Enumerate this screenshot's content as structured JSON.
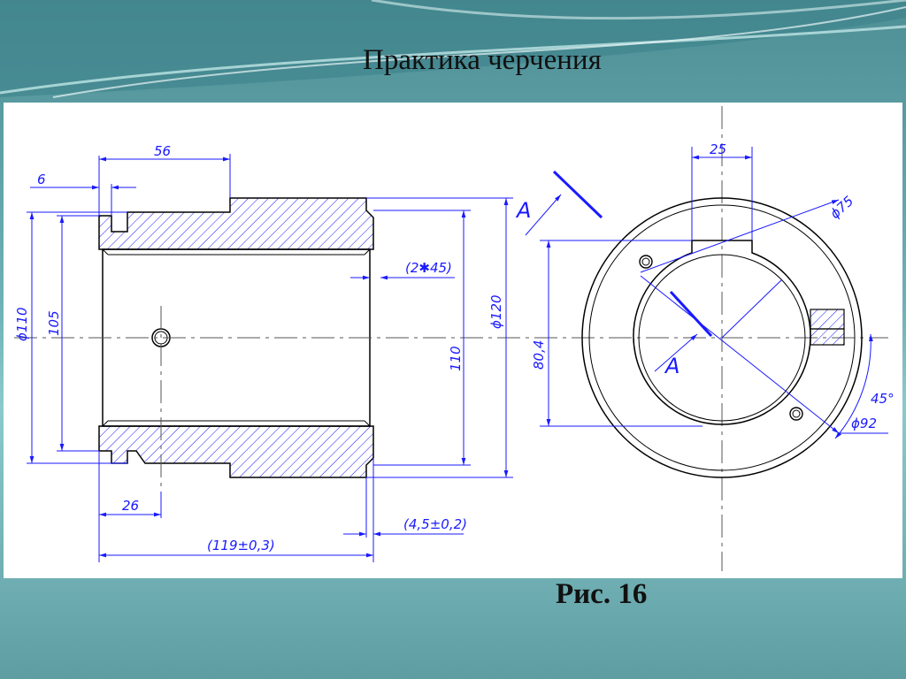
{
  "slide": {
    "title": "Практика черчения",
    "caption": "Рис. 16"
  },
  "drawing": {
    "dimensions": {
      "width_56": "56",
      "groove_6": "6",
      "chamfer": "(2✱45)",
      "dia_110": "ϕ110",
      "dia_105": "105",
      "dia_120": "ϕ120",
      "inner_110": "110",
      "hole_pos_26": "26",
      "total_len": "(119±0,3)",
      "offset_45": "(4,5±0,2)",
      "key_25": "25",
      "dia_75": "ϕ75",
      "height_804": "80,4",
      "angle_45": "45°",
      "dia_92": "ϕ92"
    },
    "section_labels": {
      "label_top": "A",
      "label_center": "A"
    },
    "colors": {
      "outline": "#000000",
      "dimension": "#1a1aff",
      "hatch": "#1a1aff",
      "centerline": "#555555"
    }
  }
}
